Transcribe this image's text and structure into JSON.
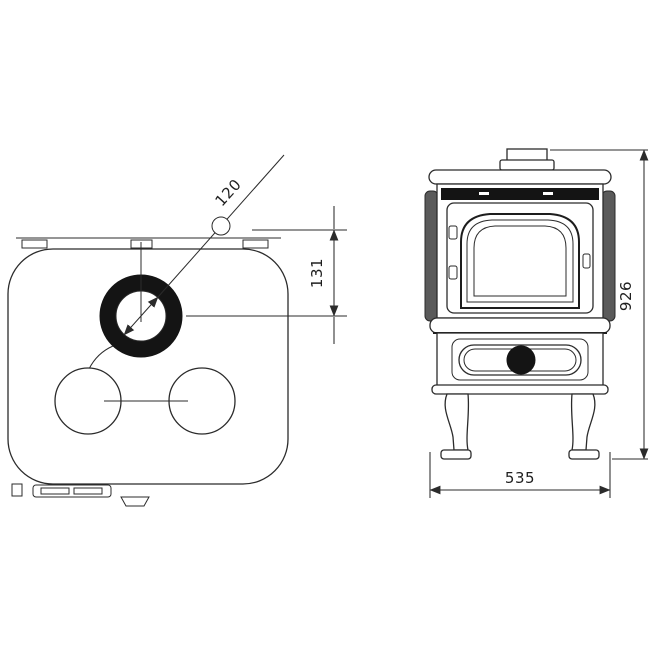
{
  "dims": {
    "flue_diameter": "120",
    "flue_center_offset": "131",
    "overall_height": "926",
    "overall_width": "535"
  },
  "colors": {
    "line": "#2b2b2b",
    "dark_fill": "#141414",
    "panel_gray": "#5a5a5a",
    "background": "#ffffff"
  }
}
